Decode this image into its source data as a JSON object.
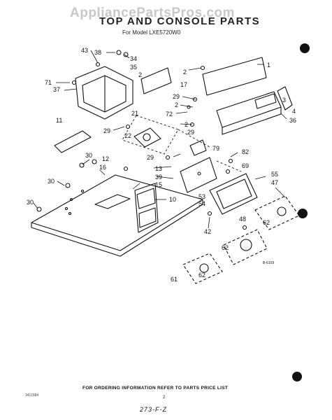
{
  "watermark": "AppliancePartsPros.com",
  "title": "TOP AND CONSOLE PARTS",
  "model": "For Model LXE5720W0",
  "diagram_no": "B-6109",
  "footer": {
    "ordering_note": "FOR ORDERING INFORMATION REFER TO PARTS PRICE LIST",
    "page_number": "2",
    "code": "273-F-Z",
    "corner_code": "3411584"
  },
  "callouts": {
    "c1": "1",
    "c2a": "2",
    "c2b": "2",
    "c2c": "2",
    "c2d": "2",
    "c3": "3",
    "c4": "4",
    "c10": "10",
    "c11": "11",
    "c12": "12",
    "c13": "13",
    "c15": "15",
    "c16": "16",
    "c17": "17",
    "c21": "21",
    "c22": "22",
    "c29a": "29",
    "c29b": "29",
    "c29c": "29",
    "c29d": "29",
    "c30a": "30",
    "c30b": "30",
    "c30c": "30",
    "c34": "34",
    "c35": "35",
    "c36": "36",
    "c37": "37",
    "c38": "38",
    "c39": "39",
    "c42": "42",
    "c43": "43",
    "c47": "47",
    "c48": "48",
    "c53": "53",
    "c54": "54",
    "c55": "55",
    "c61": "61",
    "c62a": "62",
    "c62b": "62",
    "c62c": "62",
    "c69": "69",
    "c71": "71",
    "c72": "72",
    "c79": "79",
    "c82": "82"
  }
}
